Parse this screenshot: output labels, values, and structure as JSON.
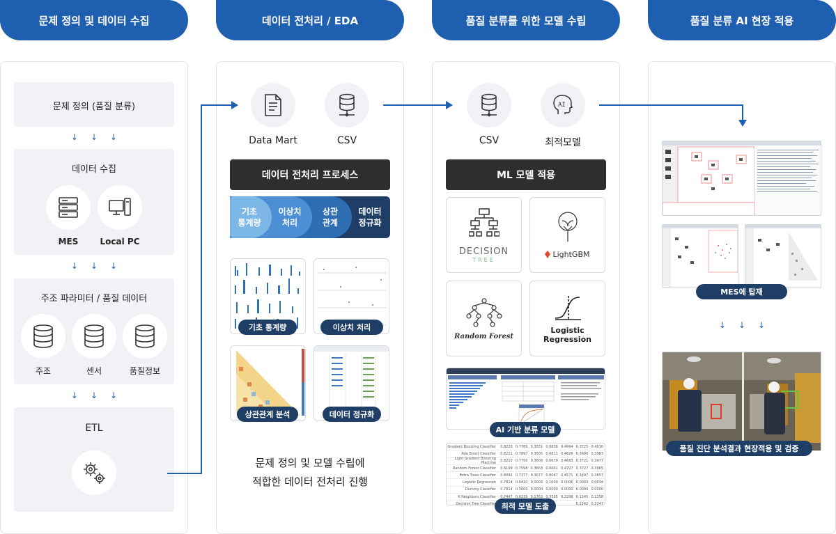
{
  "headers": [
    "문제 정의 및 데이터 수집",
    "데이터 전처리 / EDA",
    "품질 분류를 위한 모델 수립",
    "품질 분류 AI 현장 적용"
  ],
  "col1": {
    "problem": "문제 정의 (품질 분류)",
    "collect_title": "데이터 수집",
    "sources": [
      "MES",
      "Local PC"
    ],
    "param_title": "주조 파라미터 / 품질 데이터",
    "params": [
      "주조",
      "센서",
      "품질정보"
    ],
    "etl": "ETL"
  },
  "col2": {
    "icons": [
      "Data Mart",
      "CSV"
    ],
    "process_title": "데이터 전처리 프로세스",
    "stages": [
      "기초\n통계량",
      "이상치\n처리",
      "상관\n관계",
      "데이터\n정규화"
    ],
    "stage_colors": [
      "#7cb7e8",
      "#4c8fd4",
      "#2f6db3",
      "#1e3e66"
    ],
    "thumbs": [
      "기초 통계량",
      "이상치 처리",
      "상관관계 분석",
      "데이터 정규화"
    ],
    "summary": [
      "문제 정의 및 모델 수립에",
      "적합한 데이터 전처리 진행"
    ]
  },
  "col3": {
    "icons": [
      "CSV",
      "최적모델"
    ],
    "ai_badge": "AI",
    "ml_title": "ML 모델 적용",
    "models": {
      "decision_tree": [
        "DECISION",
        "TREE"
      ],
      "lightgbm": "LightGBM",
      "random_forest": "Random Forest",
      "logistic": [
        "Logistic",
        "Regression"
      ]
    },
    "ai_model_label": "AI 기반 분류 모델",
    "best_model_label": "최적 모델 도출",
    "table": [
      [
        "Gradient Boosting Classifier",
        "0.8226",
        "0.7789",
        "0.3551",
        "0.6806",
        "0.4664",
        "0.3725",
        "0.4010"
      ],
      [
        "Ada Boost Classifier",
        "0.8221",
        "0.7897",
        "0.3505",
        "0.6811",
        "0.4626",
        "0.3690",
        "0.3983"
      ],
      [
        "Light Gradient Boosting Machine",
        "0.8210",
        "0.7750",
        "0.3609",
        "0.6679",
        "0.4683",
        "0.3721",
        "0.3977"
      ],
      [
        "Random Forest Classifier",
        "0.8199",
        "0.7598",
        "0.3663",
        "0.6601",
        "0.4707",
        "0.3727",
        "0.3965"
      ],
      [
        "Extra Trees Classifier",
        "0.8092",
        "0.7377",
        "0.3677",
        "0.6047",
        "0.4571",
        "0.3497",
        "0.3657"
      ],
      [
        "Logistic Regression",
        "0.7814",
        "0.6410",
        "0.0003",
        "0.1000",
        "0.0006",
        "0.0003",
        "0.0034"
      ],
      [
        "Dummy Classifier",
        "0.7814",
        "0.5000",
        "0.0000",
        "0.0000",
        "0.0000",
        "0.0000",
        "0.0000"
      ],
      [
        "K Neighbors Classifier",
        "0.7447",
        "0.6239",
        "0.1763",
        "0.3305",
        "0.2298",
        "0.1145",
        "0.1258"
      ],
      [
        "Decision Tree Classifier",
        "",
        "",
        "",
        "",
        "",
        "0.2242",
        "0.2247"
      ]
    ]
  },
  "col4": {
    "mes_label": "MES에 탑재",
    "field_label": "품질 진단 분석결과 현장적용 및 검증"
  }
}
